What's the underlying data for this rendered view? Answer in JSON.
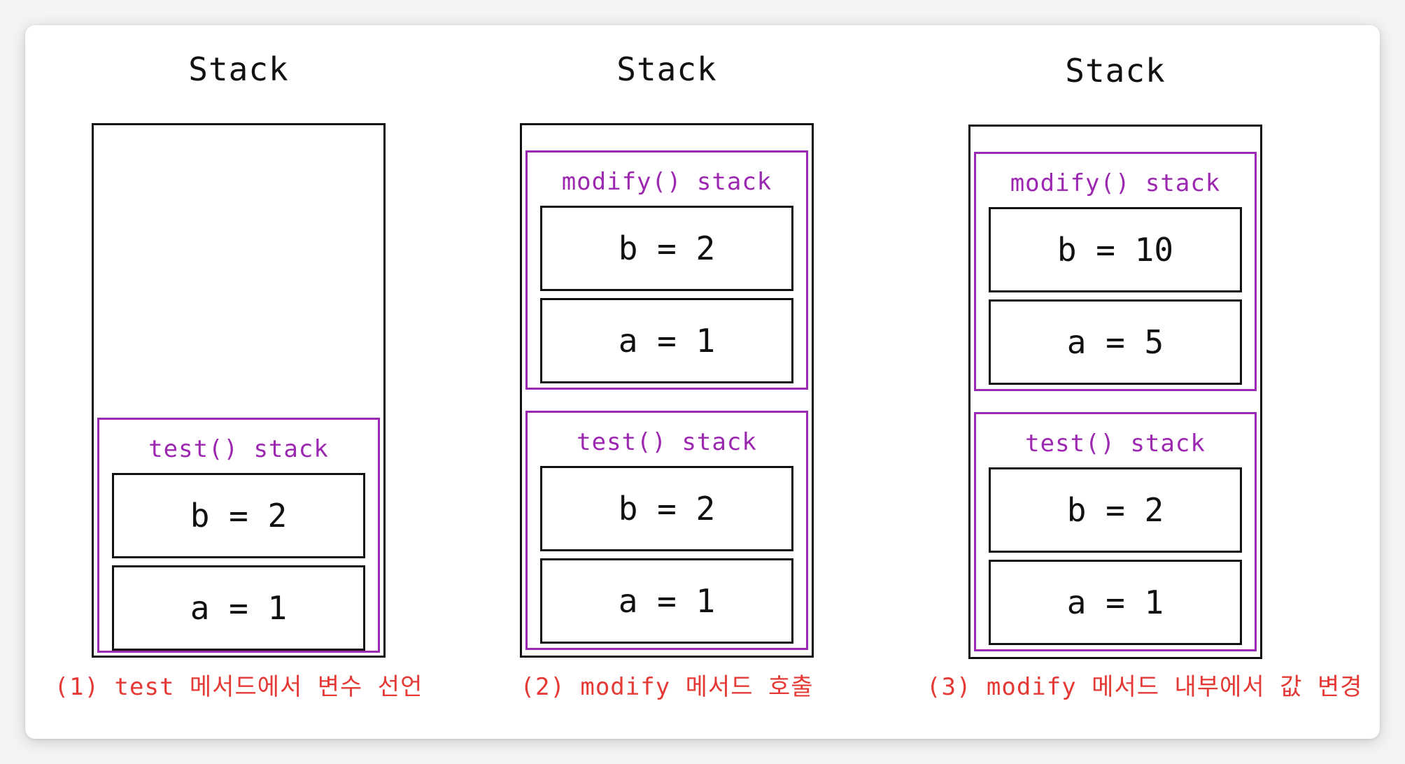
{
  "panels": [
    {
      "title": "Stack",
      "frames": [
        {
          "label": "test() stack",
          "cells": [
            "b = 2",
            "a = 1"
          ]
        }
      ],
      "caption": "(1) test 메서드에서 변수 선언"
    },
    {
      "title": "Stack",
      "frames": [
        {
          "label": "modify() stack",
          "cells": [
            "b = 2",
            "a = 1"
          ]
        },
        {
          "label": "test() stack",
          "cells": [
            "b = 2",
            "a = 1"
          ]
        }
      ],
      "caption": "(2) modify 메서드 호출"
    },
    {
      "title": "Stack",
      "frames": [
        {
          "label": "modify() stack",
          "cells": [
            "b = 10",
            "a = 5"
          ]
        },
        {
          "label": "test() stack",
          "cells": [
            "b = 2",
            "a = 1"
          ]
        }
      ],
      "caption": "(3) modify 메서드 내부에서 값 변경"
    }
  ],
  "colors": {
    "frame_border": "#9c27b0",
    "caption_text": "#e53935",
    "outline": "#111111"
  }
}
